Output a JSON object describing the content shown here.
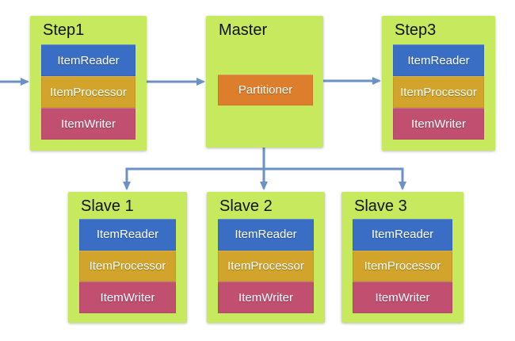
{
  "colors": {
    "green": "#c6e95e",
    "blue": "#3a6ec4",
    "gold": "#d2a42b",
    "crimson": "#c14f70",
    "orange": "#dd7e2d",
    "arrow": "#6b92c7"
  },
  "nodes": {
    "step1": {
      "title": "Step1",
      "items": [
        "ItemReader",
        "ItemProcessor",
        "ItemWriter"
      ]
    },
    "master": {
      "title": "Master",
      "partitioner": "Partitioner"
    },
    "step3": {
      "title": "Step3",
      "items": [
        "ItemReader",
        "ItemProcessor",
        "ItemWriter"
      ]
    },
    "slave1": {
      "title": "Slave 1",
      "items": [
        "ItemReader",
        "ItemProcessor",
        "ItemWriter"
      ]
    },
    "slave2": {
      "title": "Slave 2",
      "items": [
        "ItemReader",
        "ItemProcessor",
        "ItemWriter"
      ]
    },
    "slave3": {
      "title": "Slave 3",
      "items": [
        "ItemReader",
        "ItemProcessor",
        "ItemWriter"
      ]
    }
  },
  "edges": [
    {
      "from": "external",
      "to": "Step1"
    },
    {
      "from": "Step1",
      "to": "Master"
    },
    {
      "from": "Master",
      "to": "Step3"
    },
    {
      "from": "Master",
      "to": "Slave 1"
    },
    {
      "from": "Master",
      "to": "Slave 2"
    },
    {
      "from": "Master",
      "to": "Slave 3"
    }
  ]
}
